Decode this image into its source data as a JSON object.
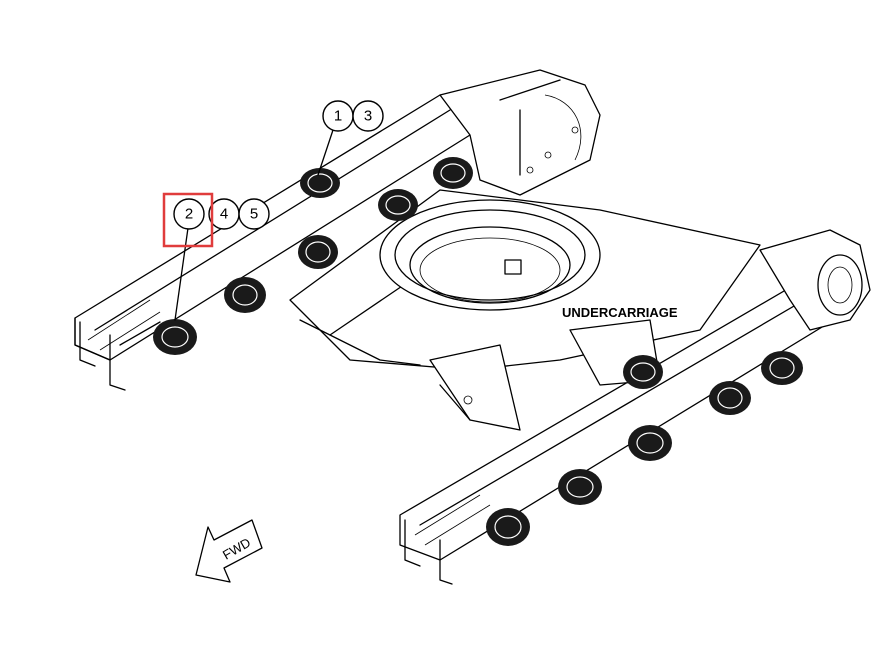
{
  "diagram": {
    "label": "UNDERCARRIAGE",
    "direction_label": "FWD",
    "callouts": [
      "1",
      "3",
      "2",
      "4",
      "5"
    ],
    "highlight_color": "#e03c3c"
  }
}
